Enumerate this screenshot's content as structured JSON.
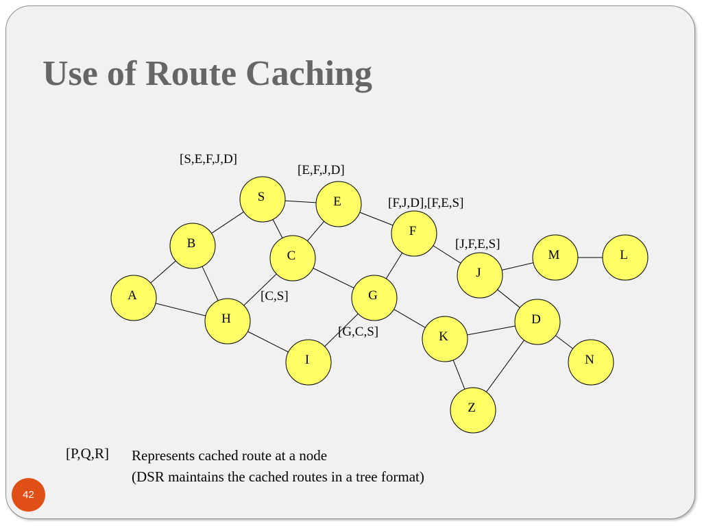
{
  "title": "Use of Route Caching",
  "page_number": "42",
  "colors": {
    "node_fill": "#ffff66",
    "accent_badge": "#e05016",
    "title_color": "#666666"
  },
  "nodes": [
    {
      "id": "S",
      "label": "S"
    },
    {
      "id": "E",
      "label": "E"
    },
    {
      "id": "F",
      "label": "F"
    },
    {
      "id": "B",
      "label": "B"
    },
    {
      "id": "C",
      "label": "C"
    },
    {
      "id": "M",
      "label": "M"
    },
    {
      "id": "L",
      "label": "L"
    },
    {
      "id": "J",
      "label": "J"
    },
    {
      "id": "A",
      "label": "A"
    },
    {
      "id": "G",
      "label": "G"
    },
    {
      "id": "H",
      "label": "H"
    },
    {
      "id": "D",
      "label": "D"
    },
    {
      "id": "K",
      "label": "K"
    },
    {
      "id": "I",
      "label": "I"
    },
    {
      "id": "N",
      "label": "N"
    },
    {
      "id": "Z",
      "label": "Z"
    }
  ],
  "edges": [
    [
      "S",
      "E"
    ],
    [
      "S",
      "B"
    ],
    [
      "S",
      "C"
    ],
    [
      "E",
      "C"
    ],
    [
      "E",
      "F"
    ],
    [
      "B",
      "A"
    ],
    [
      "B",
      "H"
    ],
    [
      "A",
      "H"
    ],
    [
      "C",
      "H"
    ],
    [
      "C",
      "G"
    ],
    [
      "F",
      "G"
    ],
    [
      "F",
      "J"
    ],
    [
      "J",
      "M"
    ],
    [
      "M",
      "L"
    ],
    [
      "J",
      "D"
    ],
    [
      "H",
      "I"
    ],
    [
      "G",
      "I"
    ],
    [
      "G",
      "K"
    ],
    [
      "K",
      "D"
    ],
    [
      "K",
      "Z"
    ],
    [
      "Z",
      "D"
    ],
    [
      "D",
      "N"
    ]
  ],
  "route_caches": [
    {
      "node": "S",
      "text": "[S,E,F,J,D]"
    },
    {
      "node": "E",
      "text": "[E,F,J,D]"
    },
    {
      "node": "F",
      "text": "[F,J,D],[F,E,S]"
    },
    {
      "node": "J",
      "text": "[J,F,E,S]"
    },
    {
      "node": "C",
      "text": "[C,S]"
    },
    {
      "node": "G",
      "text": "[G,C,S]"
    }
  ],
  "legend": {
    "key": "[P,Q,R]",
    "line1": "Represents cached route at a node",
    "line2": "(DSR maintains the cached routes in a tree format)"
  }
}
